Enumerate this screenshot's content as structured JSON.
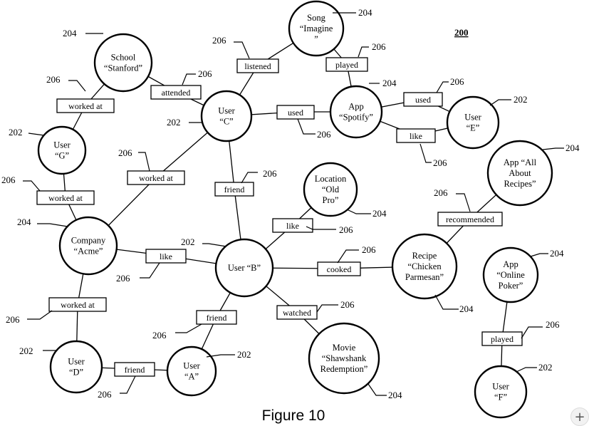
{
  "figure": {
    "id": "200",
    "caption": "Figure 10"
  },
  "nodes": [
    {
      "key": "song",
      "lines": [
        "Song",
        "“Imagine",
        "”"
      ],
      "ref": "204"
    },
    {
      "key": "school",
      "lines": [
        "School",
        "“Stanford”"
      ],
      "ref": "204"
    },
    {
      "key": "userC",
      "lines": [
        "User",
        "“C”"
      ],
      "ref": "202"
    },
    {
      "key": "app_spotify",
      "lines": [
        "App",
        "“Spotify”"
      ],
      "ref": "204"
    },
    {
      "key": "userE",
      "lines": [
        "User",
        "“E”"
      ],
      "ref": "202"
    },
    {
      "key": "userG",
      "lines": [
        "User",
        "“G”"
      ],
      "ref": "202"
    },
    {
      "key": "app_recipes",
      "lines": [
        "App “All",
        "About",
        "Recipes”"
      ],
      "ref": "204"
    },
    {
      "key": "location",
      "lines": [
        "Location",
        "“Old",
        "Pro”"
      ],
      "ref": "204"
    },
    {
      "key": "company",
      "lines": [
        "Company",
        "“Acme”"
      ],
      "ref": "204"
    },
    {
      "key": "userB",
      "lines": [
        "User “B”"
      ],
      "ref": "202"
    },
    {
      "key": "recipe",
      "lines": [
        "Recipe",
        "“Chicken",
        "Parmesan”"
      ],
      "ref": "204"
    },
    {
      "key": "app_poker",
      "lines": [
        "App",
        "“Online",
        "Poker”"
      ],
      "ref": "204"
    },
    {
      "key": "movie",
      "lines": [
        "Movie",
        "“Shawshank",
        "Redemption”"
      ],
      "ref": "204"
    },
    {
      "key": "userD",
      "lines": [
        "User",
        "“D”"
      ],
      "ref": "202"
    },
    {
      "key": "userA",
      "lines": [
        "User",
        "“A”"
      ],
      "ref": "202"
    },
    {
      "key": "userF",
      "lines": [
        "User",
        "“F”"
      ],
      "ref": "202"
    }
  ],
  "edges": [
    {
      "from": "school",
      "to": "userG",
      "label": "worked at",
      "ref": "206"
    },
    {
      "from": "school",
      "to": "userC",
      "label": "attended",
      "ref": "206"
    },
    {
      "from": "userC",
      "to": "song",
      "label": "listened",
      "ref": "206"
    },
    {
      "from": "app_spotify",
      "to": "song",
      "label": "played",
      "ref": "206"
    },
    {
      "from": "app_spotify",
      "to": "userE",
      "label": "used",
      "ref": "206"
    },
    {
      "from": "userC",
      "to": "app_spotify",
      "label": "used",
      "ref": "206"
    },
    {
      "from": "app_spotify",
      "to": "userE",
      "label": "like",
      "ref": "206"
    },
    {
      "from": "userC",
      "to": "company",
      "label": "worked at",
      "ref": "206"
    },
    {
      "from": "userC",
      "to": "userB",
      "label": "friend",
      "ref": "206"
    },
    {
      "from": "userG",
      "to": "company",
      "label": "worked at",
      "ref": "206"
    },
    {
      "from": "userB",
      "to": "location",
      "label": "like",
      "ref": "206"
    },
    {
      "from": "recipe",
      "to": "app_recipes",
      "label": "recommended",
      "ref": "206"
    },
    {
      "from": "company",
      "to": "userB",
      "label": "like",
      "ref": "206"
    },
    {
      "from": "userB",
      "to": "recipe",
      "label": "cooked",
      "ref": "206"
    },
    {
      "from": "company",
      "to": "userD",
      "label": "worked at",
      "ref": "206"
    },
    {
      "from": "userB",
      "to": "userA",
      "label": "friend",
      "ref": "206"
    },
    {
      "from": "userB",
      "to": "movie",
      "label": "watched",
      "ref": "206"
    },
    {
      "from": "app_poker",
      "to": "userF",
      "label": "played",
      "ref": "206"
    },
    {
      "from": "userD",
      "to": "userA",
      "label": "friend",
      "ref": "206"
    }
  ],
  "ui": {
    "zoom_icon": "plus-icon",
    "zoom_glyph": "+"
  }
}
